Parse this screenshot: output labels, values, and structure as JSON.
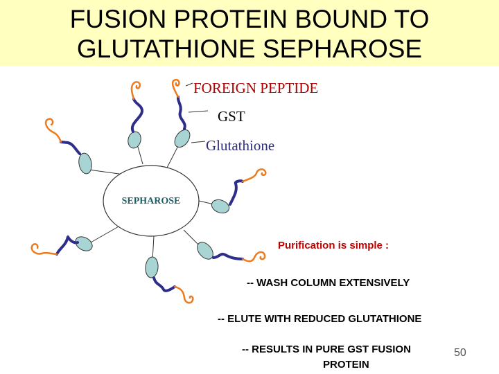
{
  "title": {
    "line1": "FUSION PROTEIN BOUND TO",
    "line2": "GLUTATHIONE SEPHAROSE"
  },
  "legend": {
    "foreign_peptide": "FOREIGN PEPTIDE",
    "gst": "GST",
    "glutathione": "Glutathione"
  },
  "bead_label": "SEPHAROSE",
  "notes": {
    "heading": "Purification is simple :",
    "step1": "-- WASH COLUMN EXTENSIVELY",
    "step2": "-- ELUTE WITH REDUCED GLUTATHIONE",
    "step3_line1": "-- RESULTS IN PURE GST FUSION",
    "step3_line2": "PROTEIN"
  },
  "page_number": "50",
  "colors": {
    "title_band": "#ffffc0",
    "peptide": "#ee7a1e",
    "gst_chain": "#2d2d8a",
    "glutathione_fill": "#a8d4d4",
    "peptide_label": "#b00000",
    "heading": "#c00000"
  }
}
